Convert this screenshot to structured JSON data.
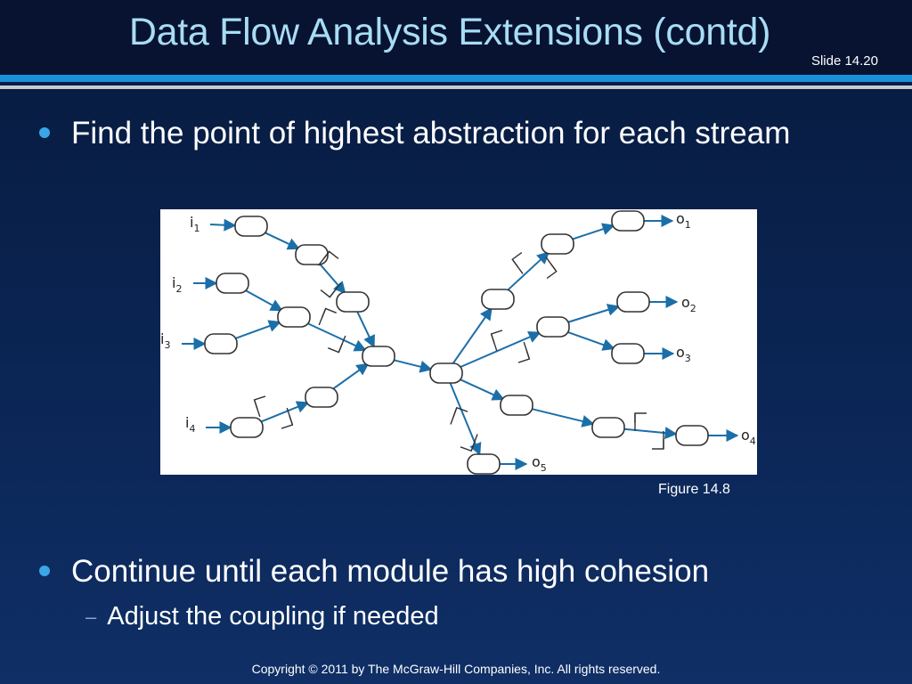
{
  "title": "Data Flow Analysis Extensions (contd)",
  "slide_number": "Slide 14.20",
  "bullets": [
    {
      "text": "Find the point of highest abstraction for each stream"
    },
    {
      "text": "Continue until each module has high cohesion",
      "sub": [
        "Adjust the coupling if needed"
      ]
    }
  ],
  "figure": {
    "caption": "Figure 14.8",
    "inputs": [
      {
        "name": "i",
        "sub": "1"
      },
      {
        "name": "i",
        "sub": "2"
      },
      {
        "name": "i",
        "sub": "3"
      },
      {
        "name": "i",
        "sub": "4"
      }
    ],
    "outputs": [
      {
        "name": "o",
        "sub": "1"
      },
      {
        "name": "o",
        "sub": "2"
      },
      {
        "name": "o",
        "sub": "3"
      },
      {
        "name": "o",
        "sub": "4"
      },
      {
        "name": "o",
        "sub": "5"
      }
    ],
    "colors": {
      "arrow": "#1b6fa8",
      "node_stroke": "#333333",
      "bracket": "#333333"
    }
  },
  "footer": "Copyright © 2011 by The McGraw-Hill Companies, Inc.  All rights reserved."
}
